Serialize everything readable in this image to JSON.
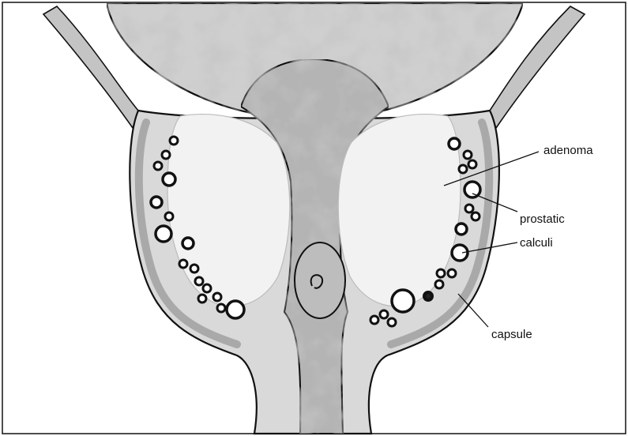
{
  "labels": {
    "adenoma": "adenoma",
    "prostatic": "prostatic",
    "calculi": "calculi",
    "capsule": "capsule"
  },
  "colors": {
    "background": "#ffffff",
    "outline": "#111111",
    "tissue": "#c9c9c9",
    "bladder": "#cfcfcf",
    "urethra": "#b4b4b4",
    "capsule_band": "#a9a9a9"
  }
}
